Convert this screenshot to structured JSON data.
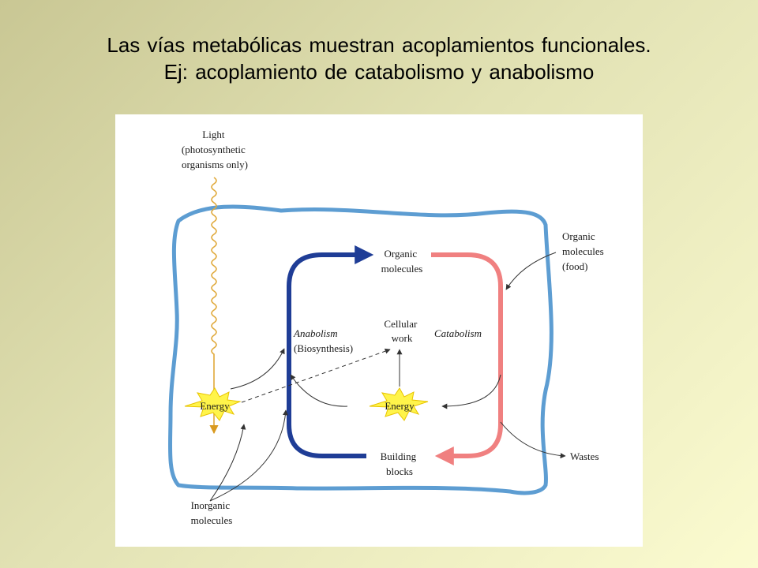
{
  "title": {
    "line1": "Las vías metabólicas muestran acoplamientos funcionales.",
    "line2": "Ej: acoplamiento de catabolismo y anabolismo"
  },
  "diagram": {
    "light": [
      "Light",
      "(photosynthetic",
      "organisms only)"
    ],
    "organic_molecules": [
      "Organic",
      "molecules"
    ],
    "organic_food": [
      "Organic",
      "molecules",
      "(food)"
    ],
    "cellular_work": [
      "Cellular",
      "work"
    ],
    "anabolism": [
      "Anabolism",
      "(Biosynthesis)"
    ],
    "catabolism": "Catabolism",
    "energy_left": "Energy",
    "energy_center": "Energy",
    "building_blocks": [
      "Building",
      "blocks"
    ],
    "wastes": "Wastes",
    "inorganic": [
      "Inorganic",
      "molecules"
    ]
  },
  "colors": {
    "membrane": "#5d9dd2",
    "anabolism_arrow": "#1f3d96",
    "catabolism_arrow": "#f08080",
    "light_wave": "#e0a93a",
    "energy_star_fill": "#fff44a",
    "energy_star_stroke": "#e8c400"
  }
}
